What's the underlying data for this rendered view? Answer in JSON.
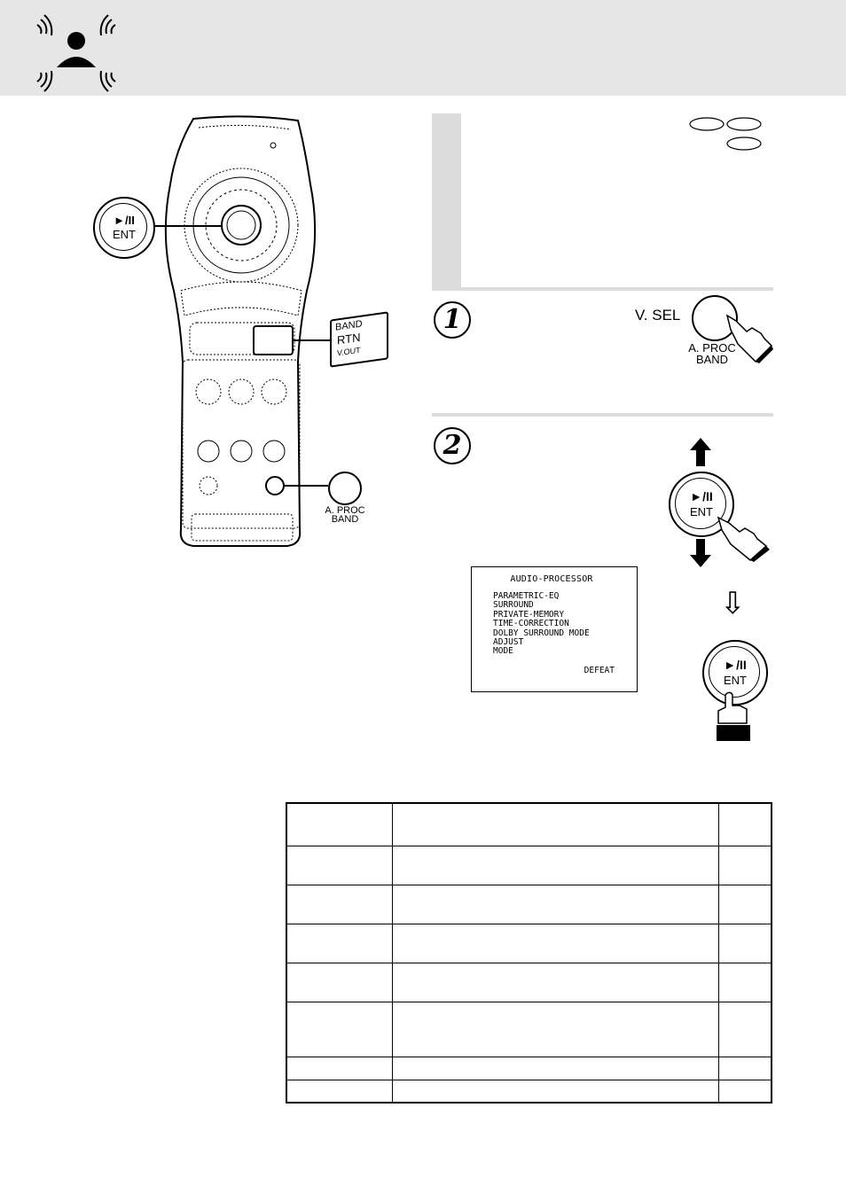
{
  "remote": {
    "ent_button": {
      "play_pause": "►/II",
      "label": "ENT"
    },
    "band_button": {
      "line1": "BAND",
      "line2": "RTN",
      "line3": "V.OUT"
    },
    "aproc_button": {
      "line1": "A. PROC",
      "line2": "BAND"
    }
  },
  "step1": {
    "number": "1",
    "vsel_label": "V. SEL",
    "button_line1": "A. PROC",
    "button_line2": "BAND"
  },
  "step2": {
    "number": "2",
    "ent_play_pause": "►/II",
    "ent_label": "ENT",
    "arrow_down_glyph": "⇩"
  },
  "screen": {
    "title": "AUDIO-PROCESSOR",
    "items": [
      "PARAMETRIC-EQ",
      "SURROUND",
      "PRIVATE-MEMORY",
      "TIME-CORRECTION",
      "DOLBY SURROUND MODE",
      "ADJUST",
      "MODE"
    ],
    "defeat": "DEFEAT"
  },
  "colors": {
    "header_bg": "#e6e6e6",
    "note_bar": "#dcdcdc"
  }
}
